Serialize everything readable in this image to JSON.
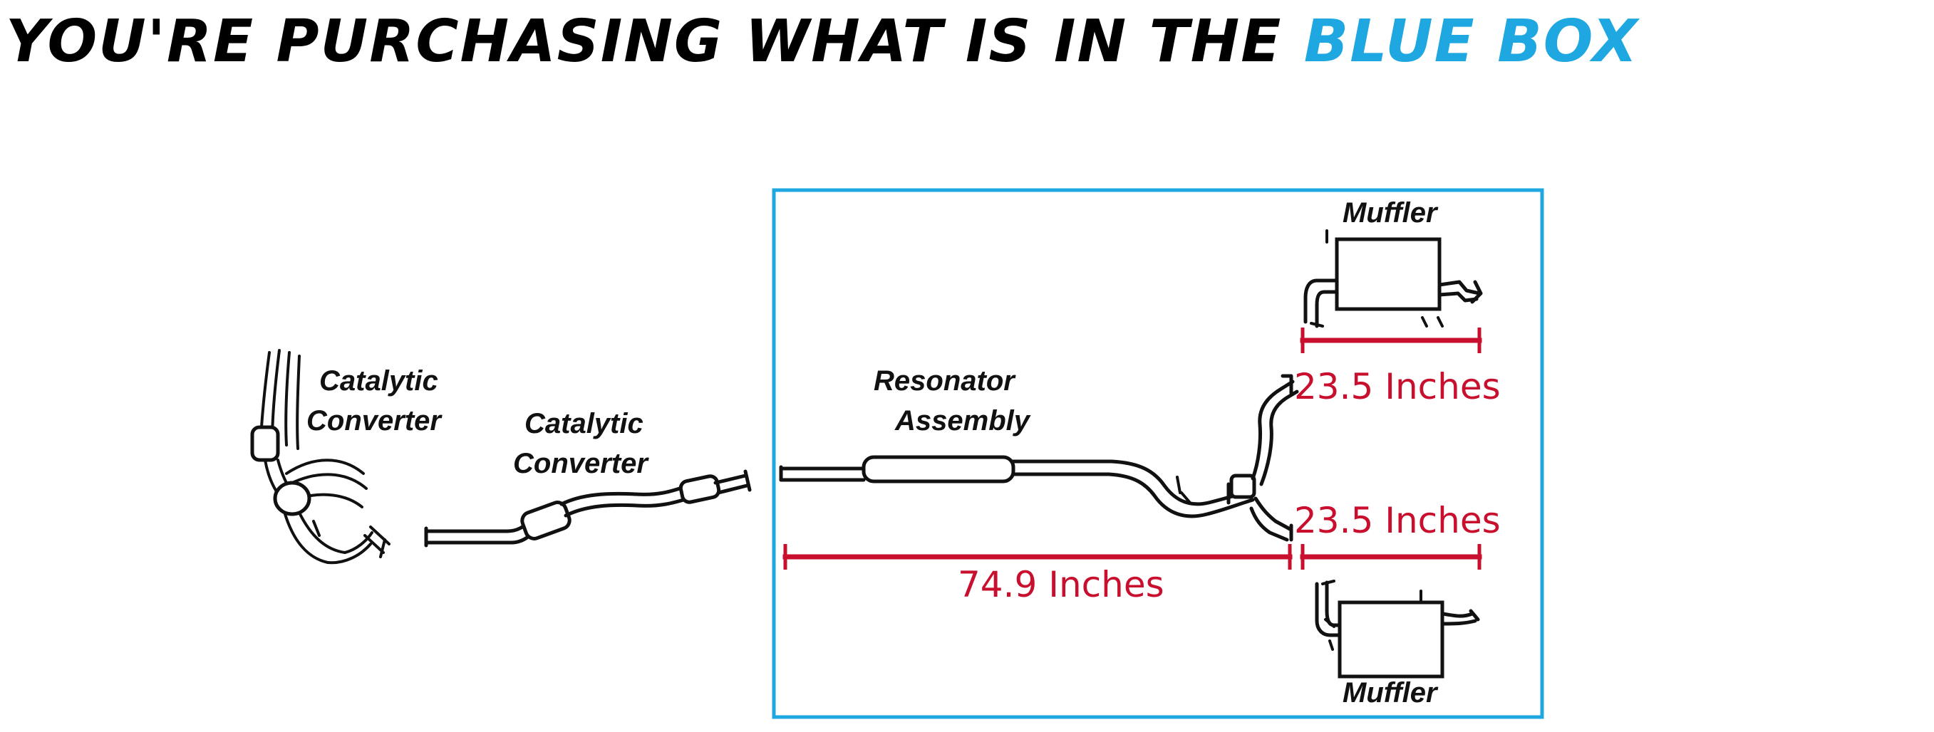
{
  "header": {
    "text_main": "YOU'RE PURCHASING WHAT IS IN THE ",
    "text_accent": "BLUE BOX"
  },
  "colors": {
    "accent_blue": "#1ea7e0",
    "dimension_red": "#c8102e",
    "line_black": "#111111"
  },
  "labels": {
    "cat1_line1": "Catalytic",
    "cat1_line2": "Converter",
    "cat2_line1": "Catalytic",
    "cat2_line2": "Converter",
    "resonator_line1": "Resonator",
    "resonator_line2": "Assembly",
    "muffler_top": "Muffler",
    "muffler_bottom": "Muffler"
  },
  "dimensions": {
    "main": "74.9 Inches",
    "upper_branch": "23.5 Inches",
    "lower_branch": "23.5 Inches"
  }
}
